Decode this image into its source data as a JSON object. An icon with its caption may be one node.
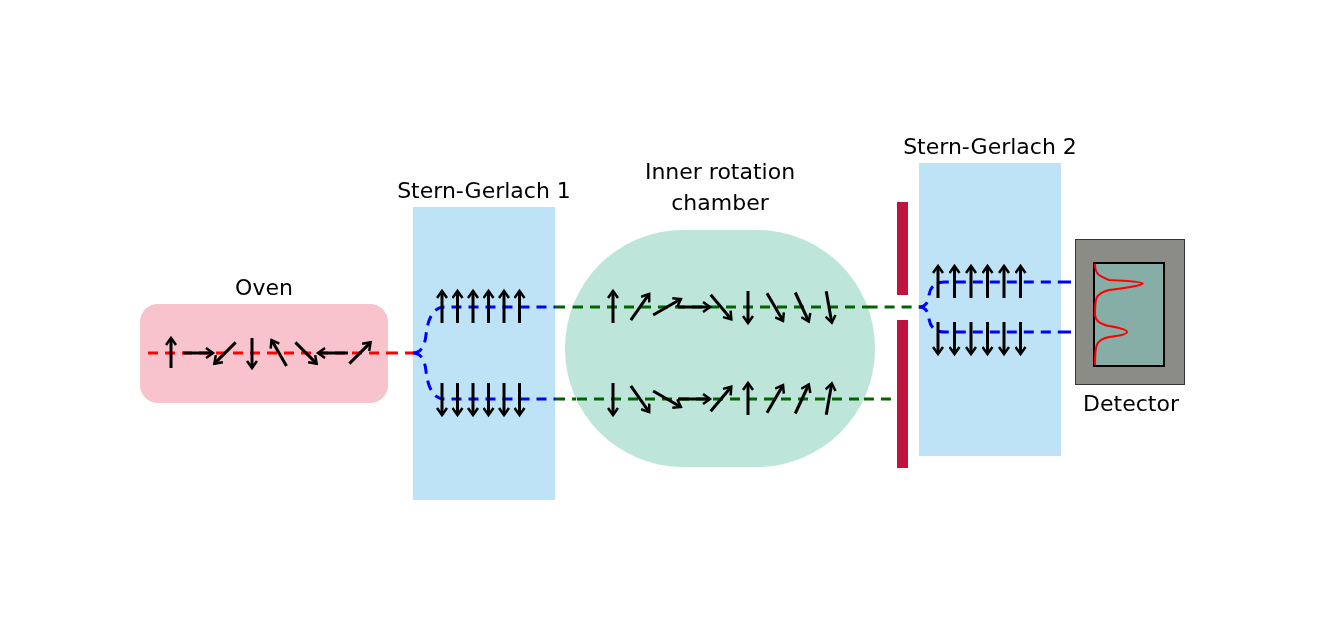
{
  "diagram": {
    "nodes": [
      {
        "text": [
          "Oven"
        ]
      },
      {
        "text": [
          "Stern-Gerlach 1"
        ]
      },
      {
        "text": [
          "Inner rotation chamber"
        ]
      },
      {
        "text": [],
        "shape": "bar"
      },
      {
        "text": [],
        "shape": "bar"
      },
      {
        "text": [
          "Stern-Gerlach 2"
        ]
      },
      {
        "text": [
          "Detector"
        ]
      }
    ],
    "edges": [
      {
        "from": 0,
        "to": 1,
        "arrow": "none",
        "style": "dashed",
        "color": "#ff0000"
      },
      {
        "from": 1,
        "to": 2,
        "arrow": "none",
        "style": "dashed"
      },
      {
        "from": 1,
        "to": 2,
        "arrow": "none",
        "style": "dashed"
      },
      {
        "from": 2,
        "to": 5,
        "arrow": "none",
        "style": "dashed"
      },
      {
        "from": 2,
        "to": 4,
        "arrow": "none",
        "style": "dashed"
      },
      {
        "from": 5,
        "to": 6,
        "arrow": "none",
        "style": "dashed",
        "color": "#0000ff"
      },
      {
        "from": 5,
        "to": 6,
        "arrow": "none",
        "style": "dashed",
        "color": "#0000ff"
      }
    ]
  }
}
